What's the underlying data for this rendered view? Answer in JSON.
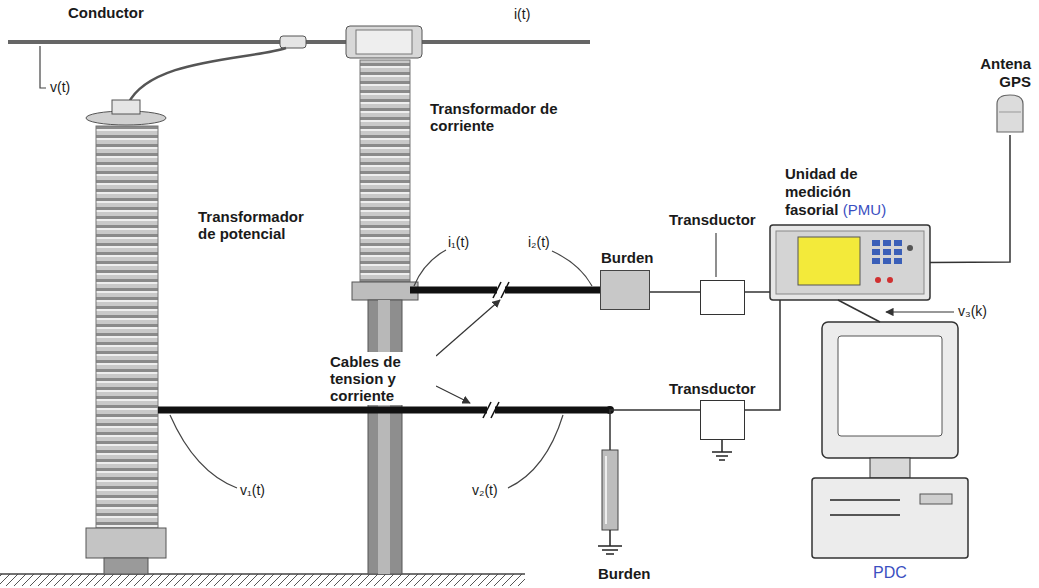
{
  "diagram": {
    "nodes": [
      {
        "text": [
          "Burden"
        ]
      },
      {
        "text": [
          "Transductor"
        ]
      },
      {
        "text": [
          "Unidad de medición fasorial",
          "(PMU)"
        ]
      },
      {
        "text": [
          "Antena GPS"
        ]
      },
      {
        "text": [
          "Transductor"
        ]
      },
      {
        "text": [
          "Burden"
        ]
      },
      {
        "text": [
          "PDC"
        ]
      }
    ],
    "edges": [
      {
        "from": 0,
        "to": 1,
        "arrow": "none"
      },
      {
        "from": 1,
        "to": 2,
        "arrow": "none"
      },
      {
        "from": 3,
        "to": 2,
        "arrow": "none"
      },
      {
        "from": 4,
        "to": 2,
        "arrow": "none"
      },
      {
        "from": 5,
        "to": 4,
        "arrow": "none"
      },
      {
        "from": 2,
        "to": 6,
        "arrow": "none"
      }
    ],
    "labels": [
      "Conductor",
      "i(t)",
      "v(t)",
      "Transformador de corriente",
      "Transformador de potencial",
      "i₁(t)",
      "i₂(t)",
      "Cables de tension y corriente",
      "v₁(t)",
      "v₂(t)",
      "v₃(k)"
    ]
  }
}
